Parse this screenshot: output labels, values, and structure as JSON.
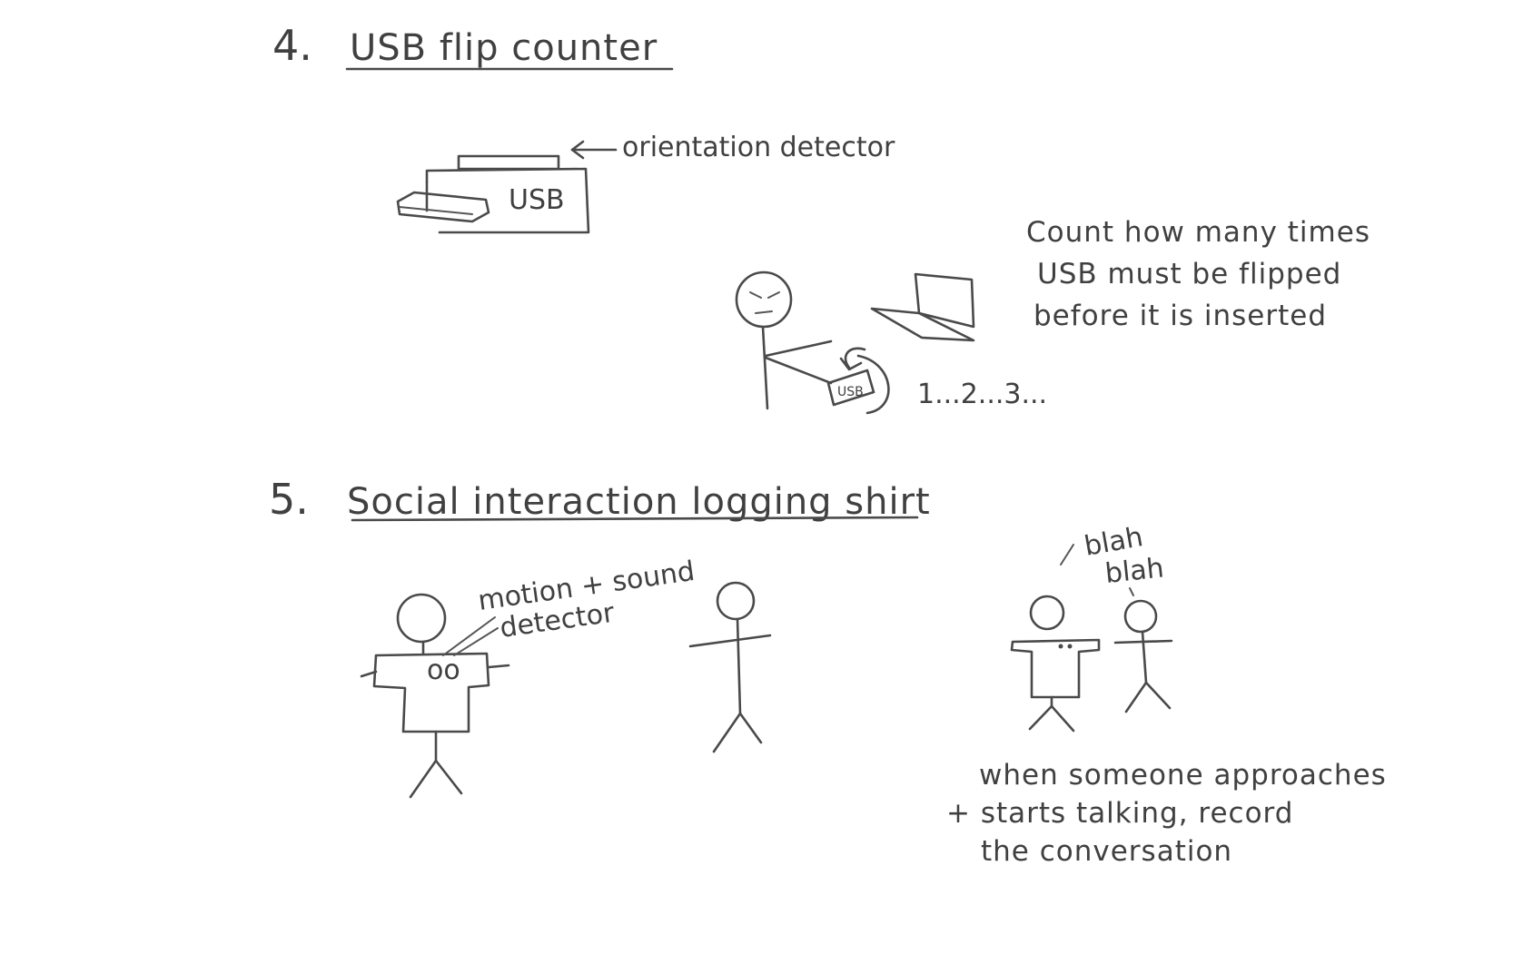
{
  "section4": {
    "number": "4.",
    "title": "USB flip counter",
    "label_orientation": "orientation detector",
    "device_text": "USB",
    "stick_text": "USB",
    "description": [
      "Count how many times",
      "USB must be flipped",
      "before it is inserted"
    ],
    "counter": "1...2...3..."
  },
  "section5": {
    "number": "5.",
    "title": "Social interaction logging shirt",
    "label_line1": "motion + sound",
    "label_line2": "detector",
    "shirt_dots": "oo",
    "speech": [
      "blah",
      "blah"
    ],
    "description": [
      "when someone approaches",
      "+ starts talking, record",
      "the conversation"
    ]
  }
}
